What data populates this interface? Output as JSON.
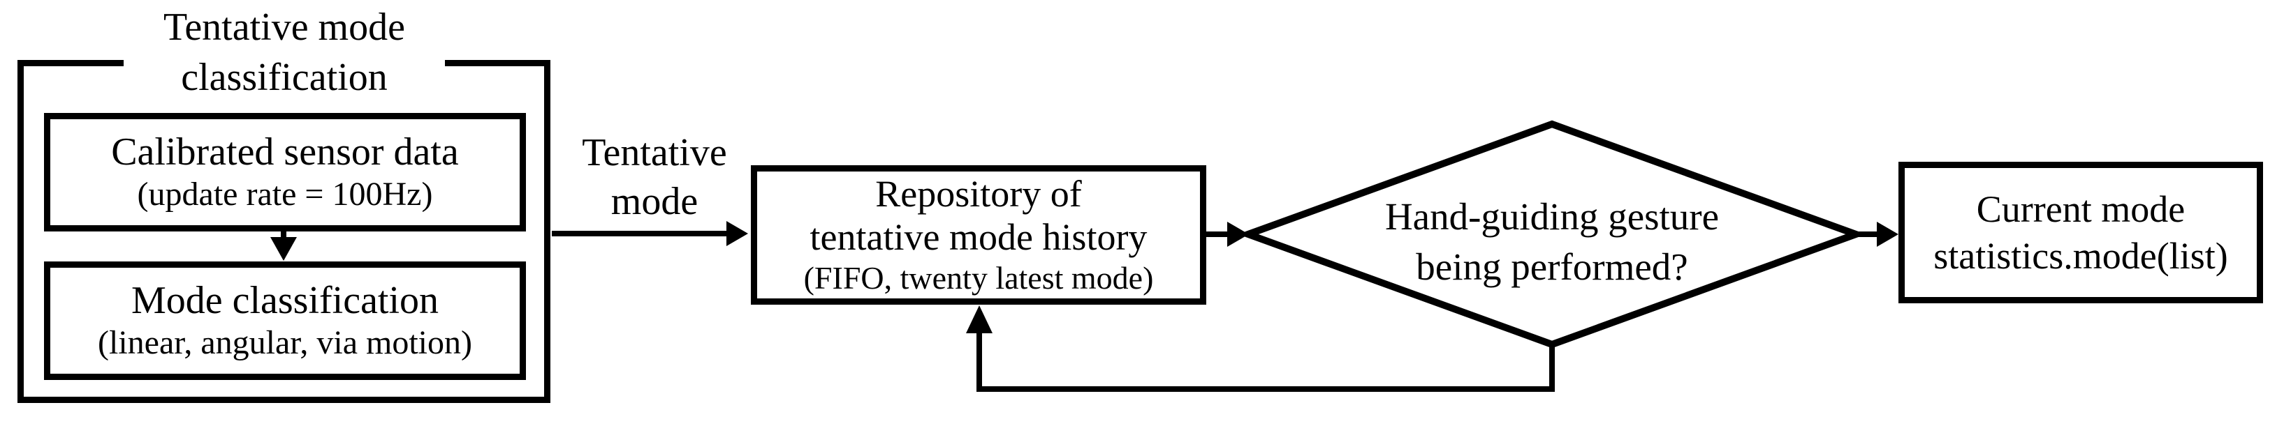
{
  "colors": {
    "background": "#ffffff",
    "ink": "#000000"
  },
  "diagram": {
    "group": {
      "title": {
        "line1": "Tentative mode",
        "line2": "classification"
      },
      "sensor_box": {
        "line1": "Calibrated sensor data",
        "line2": "(update rate = 100Hz)"
      },
      "mode_box": {
        "line1": "Mode classification",
        "line2": "(linear, angular, via motion)"
      }
    },
    "tentative_mode_label": {
      "line1": "Tentative",
      "line2": "mode"
    },
    "repository_box": {
      "line1": "Repository of",
      "line2": "tentative mode history",
      "line3": "(FIFO, twenty latest mode)"
    },
    "decision_diamond": {
      "line1": "Hand-guiding gesture",
      "line2": "being performed?"
    },
    "current_mode_box": {
      "line1": "Current mode",
      "line2": "statistics.mode(list)"
    }
  }
}
